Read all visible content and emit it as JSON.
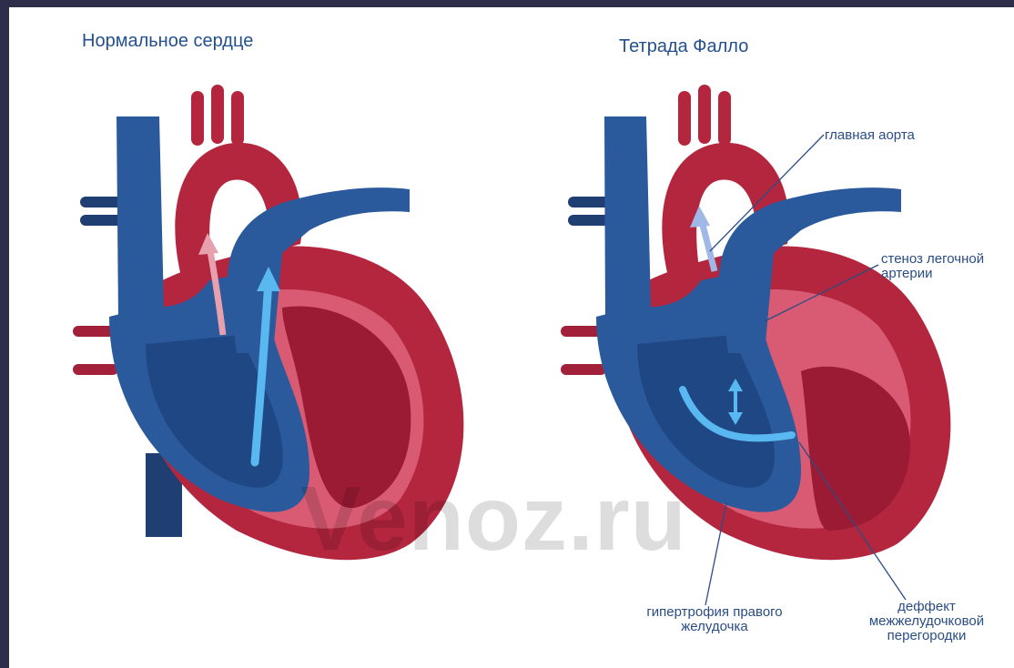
{
  "titles": {
    "normal": "Нормальное сердце",
    "tetralogy": "Тетрада Фалло"
  },
  "labels": {
    "main_aorta": "главная аорта",
    "stenosis_line1": "стеноз легочной",
    "stenosis_line2": "артерии",
    "hypertrophy_line1": "гипертрофия правого",
    "hypertrophy_line2": "желудочка",
    "defect_line1": "деффект",
    "defect_line2": "межжелудочковой",
    "defect_line3": "перегородки"
  },
  "watermark": "Venoz.ru",
  "colors": {
    "frame": "#2e2d4a",
    "oxygenated": "#b3263e",
    "deoxygenated": "#2b5a9c",
    "title": "#25508f"
  }
}
